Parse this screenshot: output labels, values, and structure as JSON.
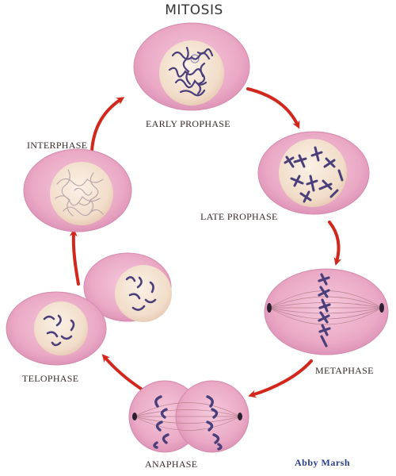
{
  "title": "MITOSIS",
  "phases": {
    "early_prophase": "EARLY PROPHASE",
    "late_prophase": "LATE PROPHASE",
    "metaphase": "METAPHASE",
    "anaphase": "ANAPHASE",
    "telophase": "TELOPHASE",
    "interphase": "INTERPHASE"
  },
  "credit": "Abby Marsh",
  "colors": {
    "cell": "#e9a6c2",
    "cell_edge": "#d58aae",
    "nucleus": "#f4e3d3",
    "chromosome": "#4a3f7a",
    "arrow": "#d2271c"
  }
}
